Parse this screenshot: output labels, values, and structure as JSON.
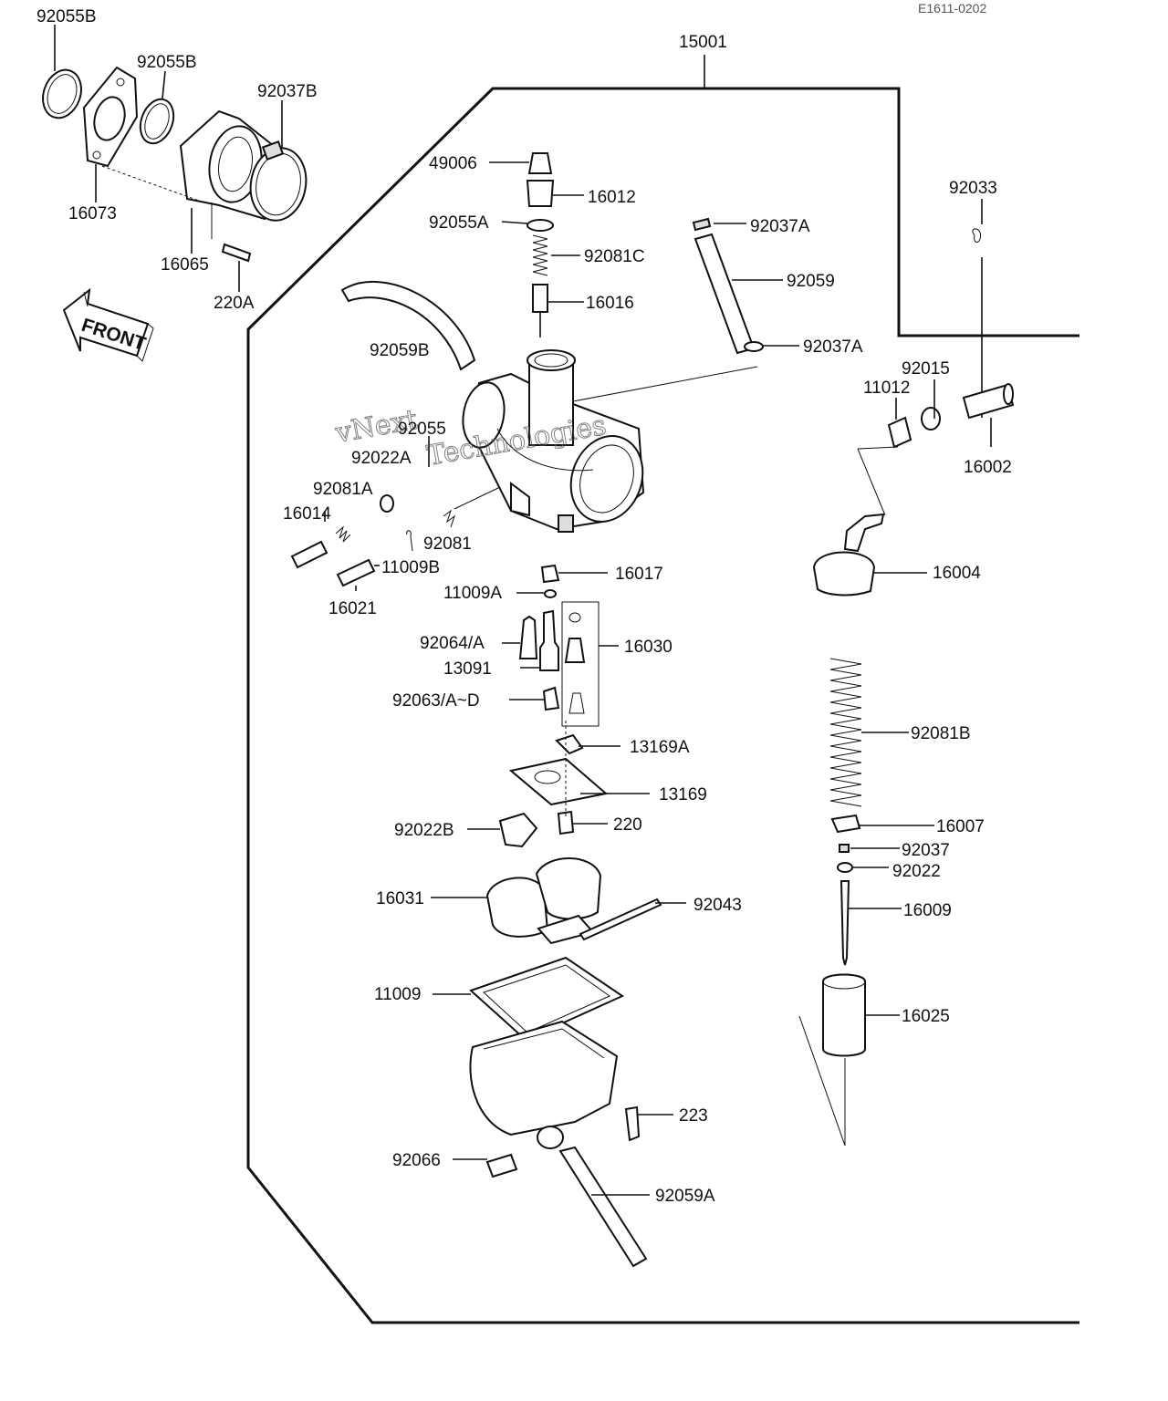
{
  "diagram": {
    "drawing_code": "E1611-0202",
    "front_label": "FRONT",
    "watermark": [
      "vNext",
      "Technologies"
    ],
    "parts": {
      "p92055B_1": "92055B",
      "p92055B_2": "92055B",
      "p92037B": "92037B",
      "p16073": "16073",
      "p16065": "16065",
      "p220A": "220A",
      "p15001": "15001",
      "p49006": "49006",
      "p16012": "16012",
      "p92055A": "92055A",
      "p92081C": "92081C",
      "p16016": "16016",
      "p92037A_1": "92037A",
      "p92059": "92059",
      "p92037A_2": "92037A",
      "p92059B": "92059B",
      "p92055": "92055",
      "p92022A": "92022A",
      "p92081A": "92081A",
      "p16014": "16014",
      "p92081": "92081",
      "p11009B": "11009B",
      "p16021": "16021",
      "p16017": "16017",
      "p11009A": "11009A",
      "p16030": "16030",
      "p92064A": "92064/A",
      "p13091": "13091",
      "p92063": "92063/A~D",
      "p13169A": "13169A",
      "p13169": "13169",
      "p220": "220",
      "p92022B": "92022B",
      "p16031": "16031",
      "p92043": "92043",
      "p11009": "11009",
      "p223": "223",
      "p92066": "92066",
      "p92059A": "92059A",
      "p92033": "92033",
      "p92015": "92015",
      "p11012": "11012",
      "p16002": "16002",
      "p16004": "16004",
      "p92081B": "92081B",
      "p16007": "16007",
      "p92037": "92037",
      "p92022": "92022",
      "p16009": "16009",
      "p16025": "16025"
    }
  }
}
